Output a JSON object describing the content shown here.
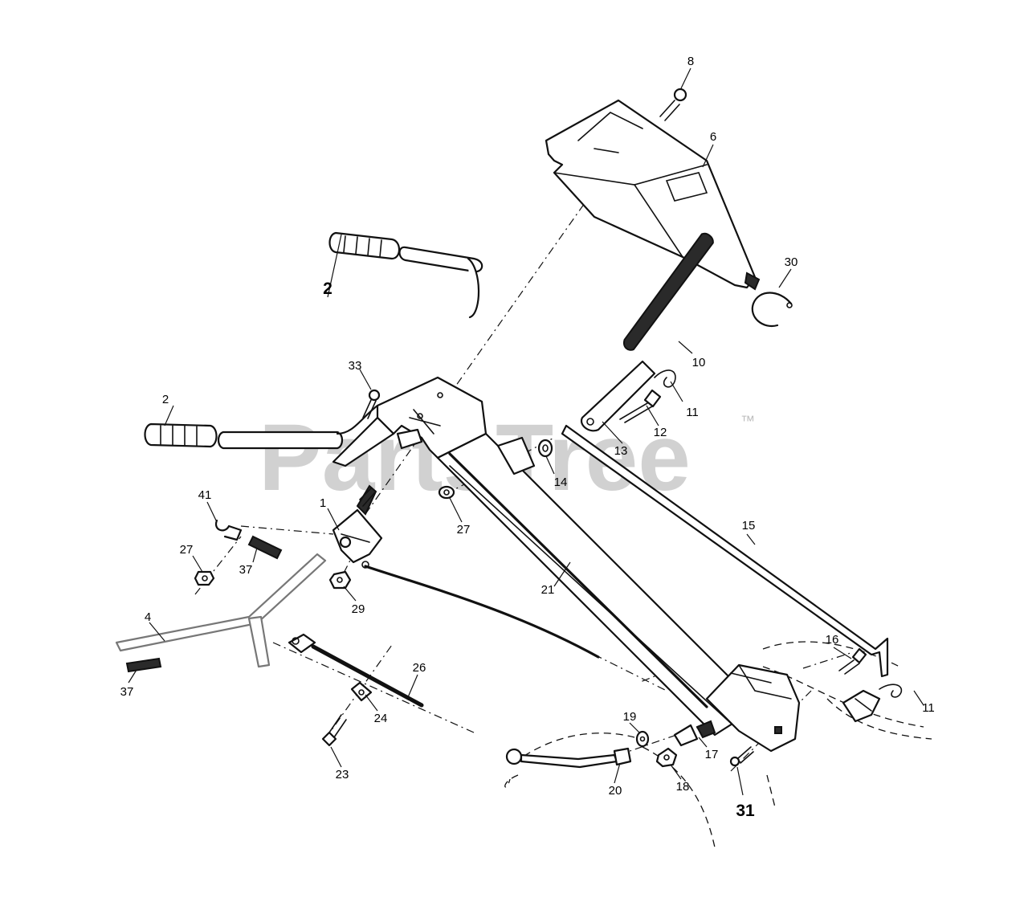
{
  "watermark": {
    "text": "PartsTree",
    "trademark": "™"
  },
  "callouts": [
    {
      "id": "c8",
      "text": "8"
    },
    {
      "id": "c6",
      "text": "6"
    },
    {
      "id": "c30",
      "text": "30"
    },
    {
      "id": "c2a",
      "text": "2"
    },
    {
      "id": "c10",
      "text": "10"
    },
    {
      "id": "c33",
      "text": "33"
    },
    {
      "id": "c11a",
      "text": "11"
    },
    {
      "id": "c2b",
      "text": "2"
    },
    {
      "id": "c12",
      "text": "12"
    },
    {
      "id": "c13",
      "text": "13"
    },
    {
      "id": "c14",
      "text": "14"
    },
    {
      "id": "c41",
      "text": "41"
    },
    {
      "id": "c1",
      "text": "1"
    },
    {
      "id": "c27a",
      "text": "27"
    },
    {
      "id": "c15",
      "text": "15"
    },
    {
      "id": "c27b",
      "text": "27"
    },
    {
      "id": "c37a",
      "text": "37"
    },
    {
      "id": "c29",
      "text": "29"
    },
    {
      "id": "c21",
      "text": "21"
    },
    {
      "id": "c4",
      "text": "4"
    },
    {
      "id": "c16",
      "text": "16"
    },
    {
      "id": "c26",
      "text": "26"
    },
    {
      "id": "c37b",
      "text": "37"
    },
    {
      "id": "c24",
      "text": "24"
    },
    {
      "id": "c11b",
      "text": "11"
    },
    {
      "id": "c19",
      "text": "19"
    },
    {
      "id": "c17",
      "text": "17"
    },
    {
      "id": "c23",
      "text": "23"
    },
    {
      "id": "c20",
      "text": "20"
    },
    {
      "id": "c18",
      "text": "18"
    },
    {
      "id": "c31",
      "text": "31"
    }
  ]
}
